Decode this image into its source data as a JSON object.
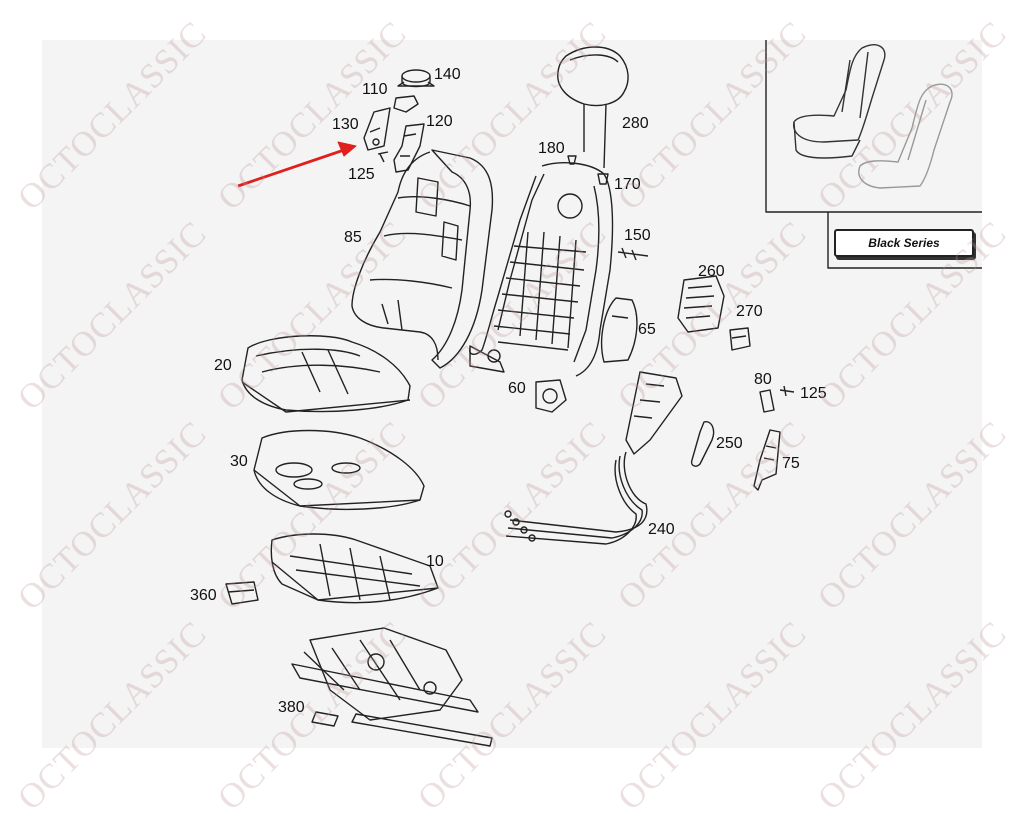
{
  "badge": "Black Series",
  "watermark": "OCTOCLASSIC",
  "colors": {
    "arrow": "#e0201c",
    "line": "#222222",
    "watermark": "#c9a0a0"
  },
  "parts": [
    {
      "id": "p140",
      "text": "140"
    },
    {
      "id": "p110",
      "text": "110"
    },
    {
      "id": "p130",
      "text": "130"
    },
    {
      "id": "p120",
      "text": "120"
    },
    {
      "id": "p125a",
      "text": "125"
    },
    {
      "id": "p85",
      "text": "85"
    },
    {
      "id": "p180",
      "text": "180"
    },
    {
      "id": "p280",
      "text": "280"
    },
    {
      "id": "p170",
      "text": "170"
    },
    {
      "id": "p150",
      "text": "150"
    },
    {
      "id": "p260",
      "text": "260"
    },
    {
      "id": "p270",
      "text": "270"
    },
    {
      "id": "p65",
      "text": "65"
    },
    {
      "id": "p60",
      "text": "60"
    },
    {
      "id": "p20",
      "text": "20"
    },
    {
      "id": "p80",
      "text": "80"
    },
    {
      "id": "p125b",
      "text": "125"
    },
    {
      "id": "p250",
      "text": "250"
    },
    {
      "id": "p75",
      "text": "75"
    },
    {
      "id": "p30",
      "text": "30"
    },
    {
      "id": "p240",
      "text": "240"
    },
    {
      "id": "p10",
      "text": "10"
    },
    {
      "id": "p360",
      "text": "360"
    },
    {
      "id": "p380",
      "text": "380"
    }
  ]
}
